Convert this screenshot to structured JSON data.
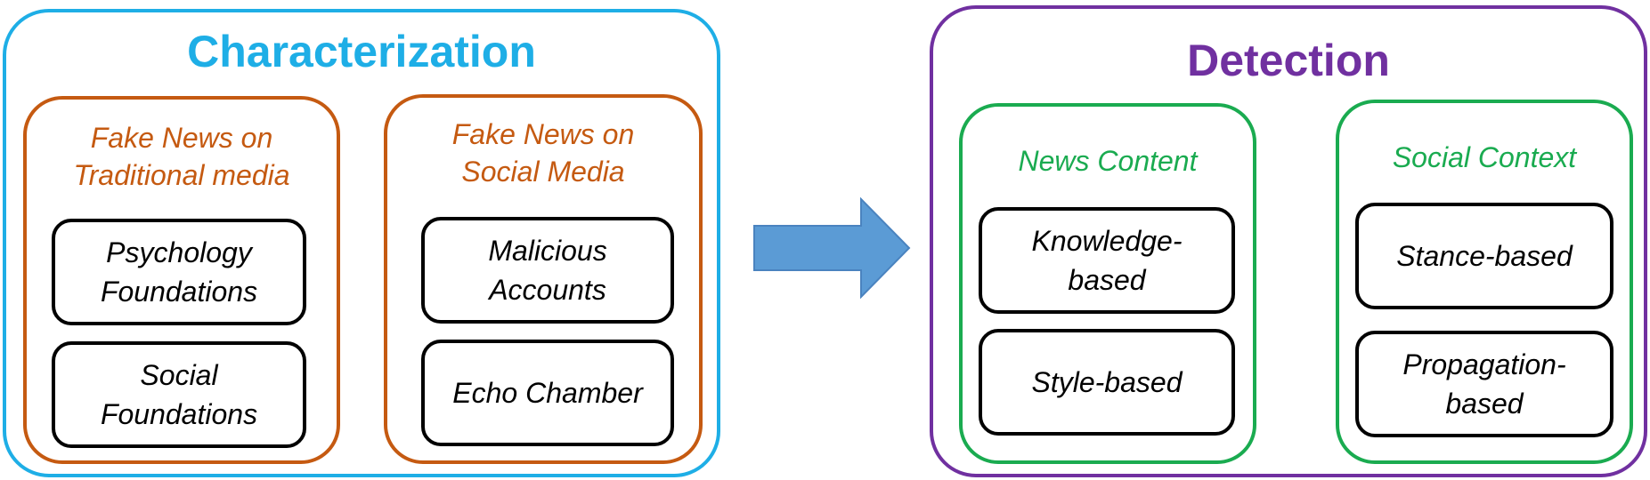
{
  "colors": {
    "characterization": "#1eaee6",
    "detection": "#7030a0",
    "traditional_group": "#c55a11",
    "content_group": "#1aab50",
    "arrow": "#5b9bd5",
    "arrow_stroke": "#4a83bf",
    "item_border": "#000000"
  },
  "characterization": {
    "title": "Characterization",
    "groups": [
      {
        "title": "Fake News on\nTraditional media",
        "items": [
          "Psychology\nFoundations",
          "Social\nFoundations"
        ]
      },
      {
        "title": "Fake News on\nSocial Media",
        "items": [
          "Malicious\nAccounts",
          "Echo Chamber"
        ]
      }
    ]
  },
  "detection": {
    "title": "Detection",
    "groups": [
      {
        "title": "News Content",
        "items": [
          "Knowledge-\nbased",
          "Style-based"
        ]
      },
      {
        "title": "Social Context",
        "items": [
          "Stance-based",
          "Propagation-\nbased"
        ]
      }
    ]
  },
  "arrow_icon": "right-arrow-icon"
}
